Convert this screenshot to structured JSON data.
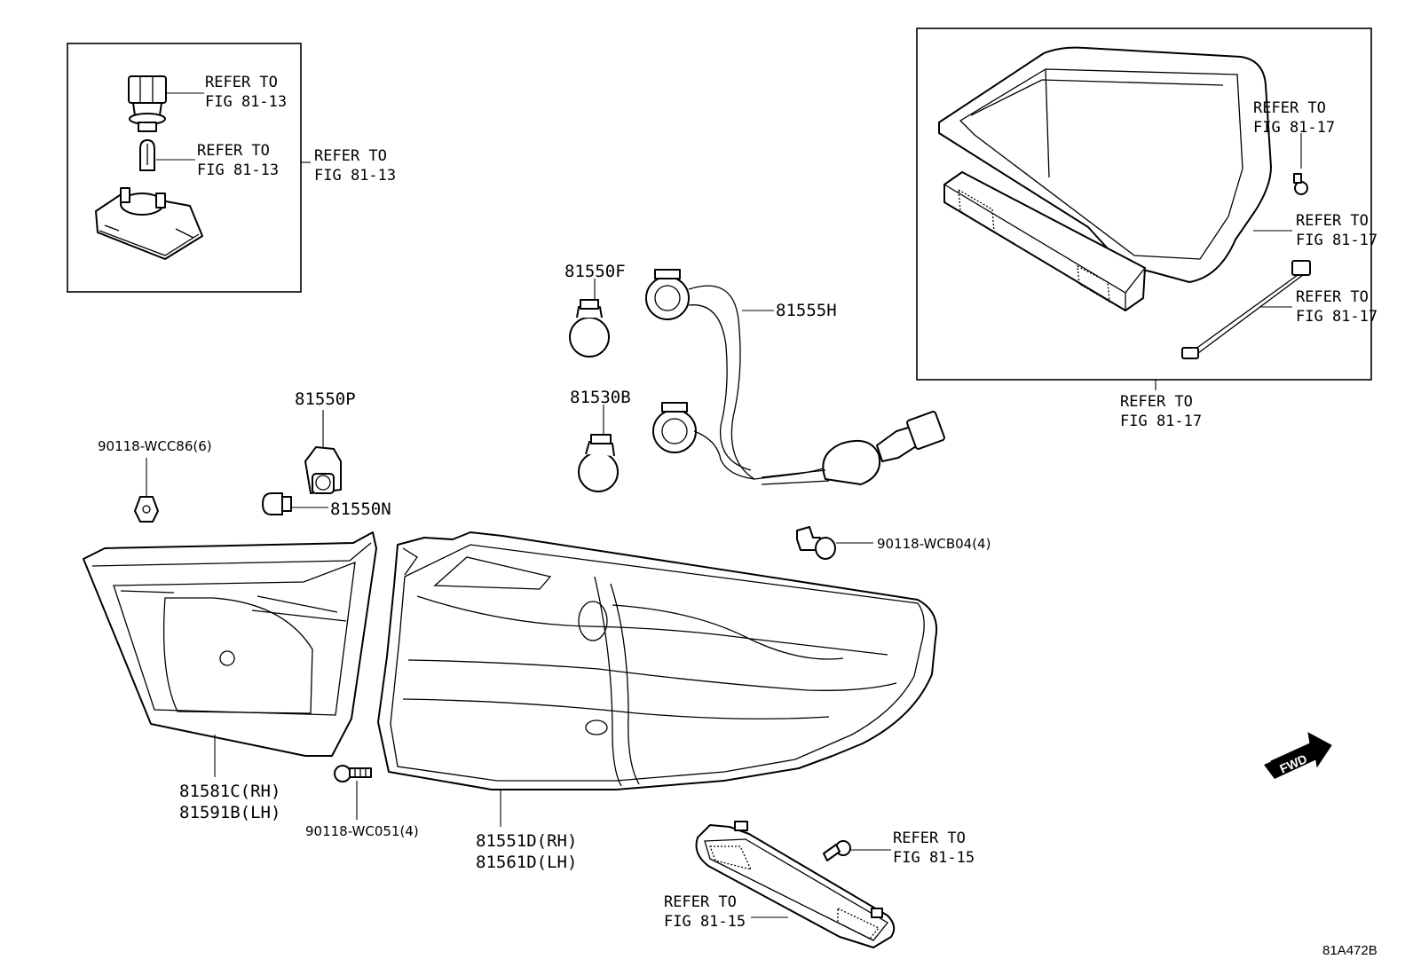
{
  "labels": {
    "inset_refer_1": [
      "REFER TO",
      "FIG 81-13"
    ],
    "inset_refer_2": [
      "REFER TO",
      "FIG 81-13"
    ],
    "inset_refer_3": [
      "REFER TO",
      "FIG 81-13"
    ],
    "p_81550F": "81550F",
    "p_81555H": "81555H",
    "p_81530B": "81530B",
    "p_81550P": "81550P",
    "p_81550N": "81550N",
    "p_90118_WCC86": "90118-WCC86(6)",
    "p_90118_WCB04": "90118-WCB04(4)",
    "p_90118_WC051": "90118-WC051(4)",
    "p_81581C": [
      "81581C(RH)",
      "81591B(LH)"
    ],
    "p_81551D": [
      "81551D(RH)",
      "81561D(LH)"
    ],
    "stop_refer_1": [
      "REFER TO",
      "FIG 81-17"
    ],
    "stop_refer_2": [
      "REFER TO",
      "FIG 81-17"
    ],
    "stop_refer_3": [
      "REFER TO",
      "FIG 81-17"
    ],
    "stop_refer_box": [
      "REFER TO",
      "FIG 81-17"
    ],
    "refl_refer_1": [
      "REFER TO",
      "FIG 81-15"
    ],
    "refl_refer_2": [
      "REFER TO",
      "FIG 81-15"
    ],
    "fwd": "FWD",
    "figure_code": "81A472B"
  }
}
